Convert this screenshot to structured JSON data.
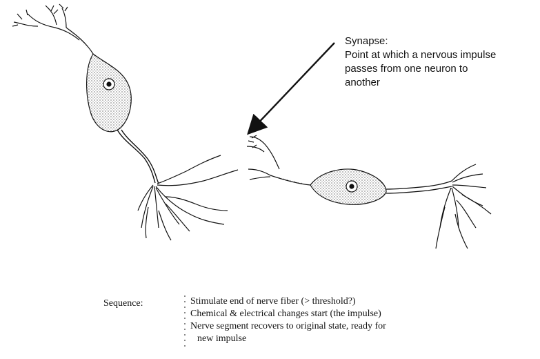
{
  "synapse": {
    "title": "Synapse:",
    "lines": [
      "Point at which a nervous impulse",
      "passes from one neuron to",
      "another"
    ]
  },
  "sequence": {
    "title": "Sequence:",
    "items": [
      "Stimulate end of nerve fiber (> threshold?)",
      "Chemical & electrical changes start (the impulse)",
      "Nerve segment recovers to original state, ready for",
      "new impulse"
    ]
  }
}
